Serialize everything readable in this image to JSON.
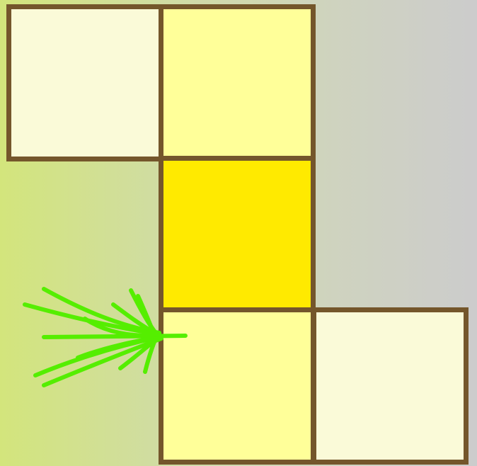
{
  "board": {
    "cells": [
      {
        "row": 0,
        "col": 0,
        "fill": "#fafad8"
      },
      {
        "row": 0,
        "col": 1,
        "fill": "#ffff99"
      },
      {
        "row": 1,
        "col": 1,
        "fill": "#ffea00"
      },
      {
        "row": 2,
        "col": 1,
        "fill": "#ffff99"
      },
      {
        "row": 2,
        "col": 2,
        "fill": "#fafad8"
      }
    ],
    "border_color": "#74562b",
    "background_colors": [
      "#d3e57c",
      "#cccccc"
    ]
  },
  "sprite": {
    "icon": "grass-tuft-icon",
    "color": "#55ee00"
  }
}
